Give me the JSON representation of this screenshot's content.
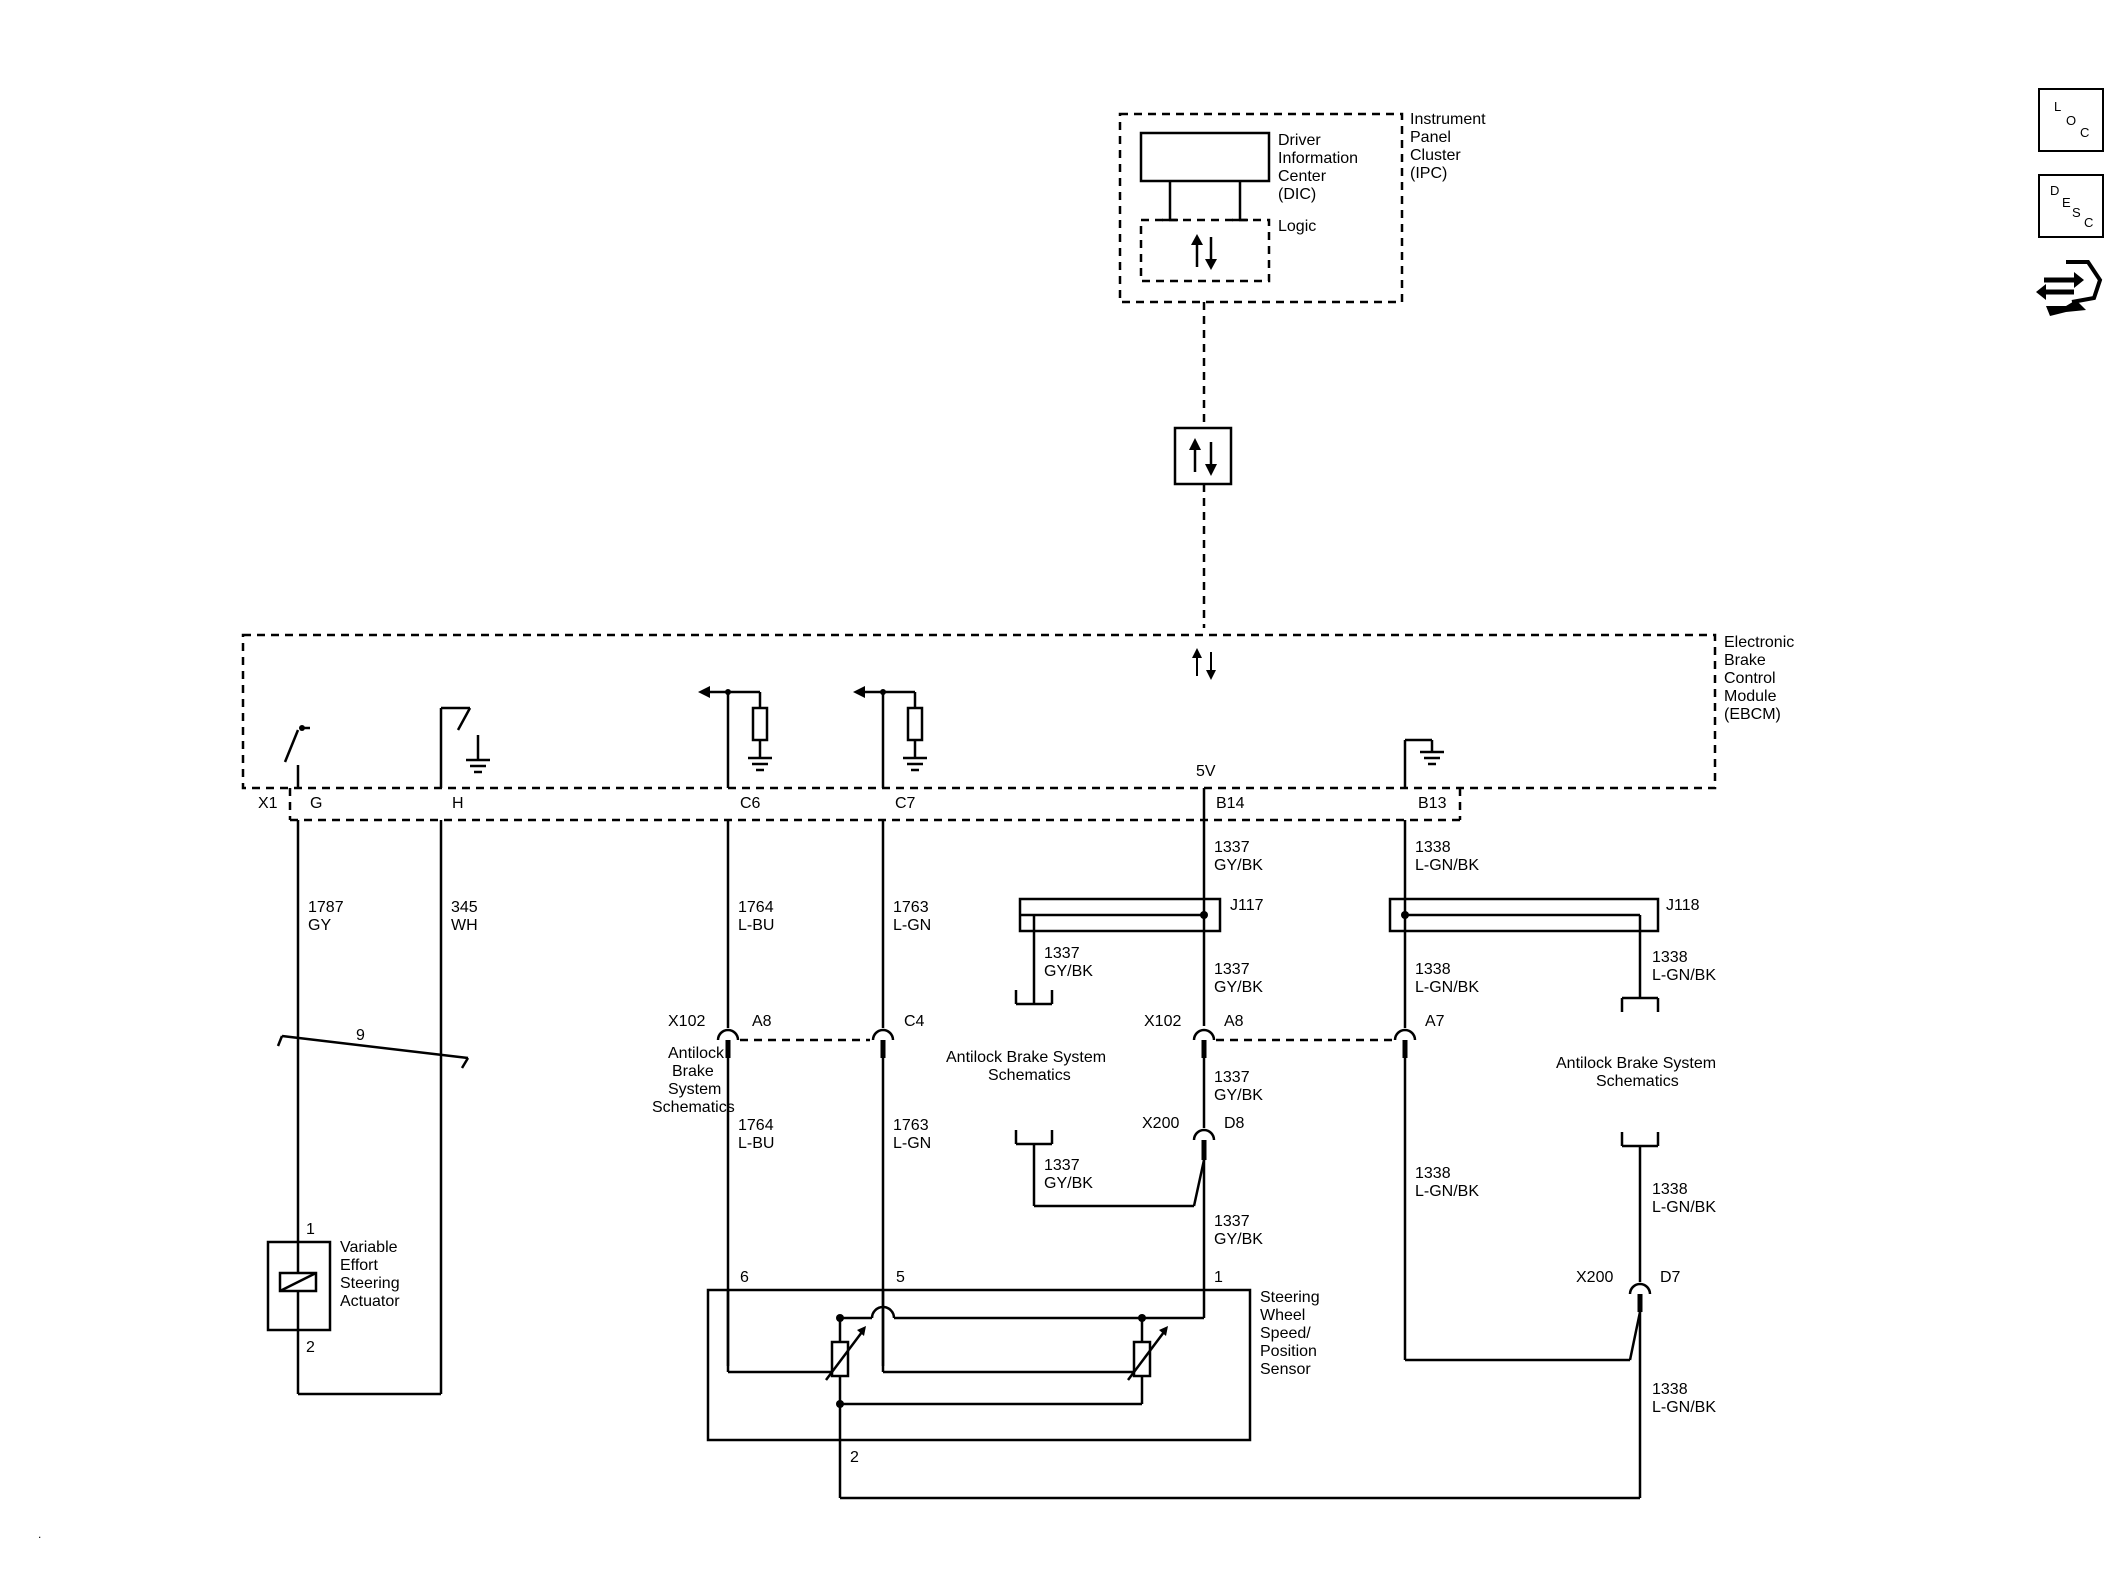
{
  "icons": {
    "loc": {
      "l1": "L",
      "l2": "O",
      "l3": "C",
      "name": "loc-icon"
    },
    "desc": {
      "l1": "D",
      "l2": "E",
      "l3": "S",
      "l4": "C",
      "name": "desc-icon"
    },
    "tool": {
      "name": "diagnostic-connector-icon"
    }
  },
  "ipc": {
    "dic": [
      "Driver",
      "Information",
      "Center",
      "(DIC)"
    ],
    "logic": "Logic",
    "module": [
      "Instrument",
      "Panel",
      "Cluster",
      "(IPC)"
    ]
  },
  "ebcm": {
    "module": [
      "Electronic",
      "Brake",
      "Control",
      "Module",
      "(EBCM)"
    ],
    "voltage": "5V",
    "connector": "X1",
    "pins": {
      "g": "G",
      "h": "H",
      "c6": "C6",
      "c7": "C7",
      "b14": "B14",
      "b13": "B13"
    }
  },
  "wires": {
    "w1787": [
      "1787",
      "GY"
    ],
    "w345": [
      "345",
      "WH"
    ],
    "w1764a": [
      "1764",
      "L-BU"
    ],
    "w1764b": [
      "1764",
      "L-BU"
    ],
    "w1763a": [
      "1763",
      "L-GN"
    ],
    "w1763b": [
      "1763",
      "L-GN"
    ],
    "w1337a": [
      "1337",
      "GY/BK"
    ],
    "w1337b": [
      "1337",
      "GY/BK"
    ],
    "w1337c": [
      "1337",
      "GY/BK"
    ],
    "w1337d": [
      "1337",
      "GY/BK"
    ],
    "w1337e": [
      "1337",
      "GY/BK"
    ],
    "w1337f": [
      "1337",
      "GY/BK"
    ],
    "w1338a": [
      "1338",
      "L-GN/BK"
    ],
    "w1338b": [
      "1338",
      "L-GN/BK"
    ],
    "w1338c": [
      "1338",
      "L-GN/BK"
    ],
    "w1338d": [
      "1338",
      "L-GN/BK"
    ],
    "w1338e": [
      "1338",
      "L-GN/BK"
    ],
    "w1338f": [
      "1338",
      "L-GN/BK"
    ],
    "twist": "9"
  },
  "splices": {
    "j117": "J117",
    "j118": "J118"
  },
  "connectors": {
    "x102a": "X102",
    "a8a": "A8",
    "c4": "C4",
    "x102b": "X102",
    "a8b": "A8",
    "a7": "A7",
    "x200a": "X200",
    "d8": "D8",
    "x200b": "X200",
    "d7": "D7"
  },
  "abs_left": [
    "Antilock",
    "Brake",
    "System",
    "Schematics"
  ],
  "abs_mid": [
    "Antilock Brake System",
    "Schematics"
  ],
  "abs_right": [
    "Antilock Brake System",
    "Schematics"
  ],
  "actuator": {
    "name": [
      "Variable",
      "Effort",
      "Steering",
      "Actuator"
    ],
    "pin1": "1",
    "pin2": "2"
  },
  "sensor": {
    "name": [
      "Steering",
      "Wheel",
      "Speed/",
      "Position",
      "Sensor"
    ],
    "pin6": "6",
    "pin5": "5",
    "pin1": "1",
    "pin2": "2"
  },
  "footer_mark": "."
}
